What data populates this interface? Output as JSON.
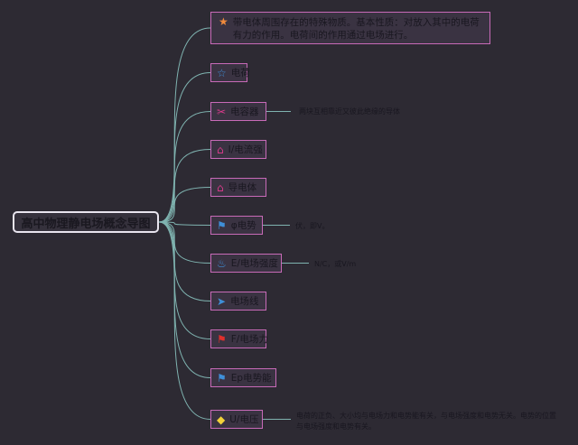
{
  "root": {
    "label": "高中物理静电场概念导图"
  },
  "nodes": [
    {
      "id": "definition",
      "icon": "star-filled-icon",
      "glyph": "★",
      "color": "#f08a3c",
      "label": "带电体周围存在的特殊物质。基本性质：对放入其中的电荷有力的作用。电荷间的作用通过电场进行。"
    },
    {
      "id": "charge",
      "icon": "star-outline-icon",
      "glyph": "☆",
      "color": "#3f8fd8",
      "label": "电荷"
    },
    {
      "id": "capacitor",
      "icon": "tools-icon",
      "glyph": "✂",
      "color": "#d63a8a",
      "label": "电容器"
    },
    {
      "id": "current",
      "icon": "home-icon",
      "glyph": "⌂",
      "color": "#d63a8a",
      "label": "I/电流强"
    },
    {
      "id": "induction",
      "icon": "home-icon",
      "glyph": "⌂",
      "color": "#d63a8a",
      "label": "导电体"
    },
    {
      "id": "potential",
      "icon": "flag-icon",
      "glyph": "⚑",
      "color": "#3f8fd8",
      "label": "φ电势",
      "note": "伏，即V。"
    },
    {
      "id": "field-strength",
      "icon": "flame-icon",
      "glyph": "♨",
      "color": "#3f8fd8",
      "label": "E/电场强度",
      "note": "N/C，或V/m"
    },
    {
      "id": "field-lines",
      "icon": "send-icon",
      "glyph": "➤",
      "color": "#3f8fd8",
      "label": "电场线"
    },
    {
      "id": "field-force",
      "icon": "flag-icon",
      "glyph": "⚑",
      "color": "#e0302c",
      "label": "F/电场力"
    },
    {
      "id": "potential-energy",
      "icon": "flag-icon",
      "glyph": "⚑",
      "color": "#3f8fd8",
      "label": "Ep电势能"
    },
    {
      "id": "potential-diff",
      "icon": "diamond-icon",
      "glyph": "◆",
      "color": "#f2d23a",
      "label": "U/电压",
      "note": "电荷的正负、大小均与电场力和电势能有关，与电场强度和电势无关。电势的位置与电场强度和电势有关。"
    }
  ],
  "capacitor_note": "两块互相靠近又彼此绝缘的导体",
  "colors": {
    "line": "#7fb3b0",
    "border": "#c86ab8",
    "background": "#2d2a33"
  }
}
